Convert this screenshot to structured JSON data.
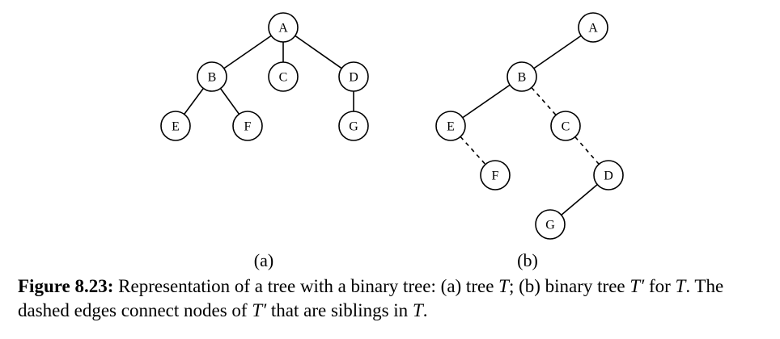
{
  "panels": [
    {
      "id": "a",
      "label": "(a)",
      "nodes": [
        {
          "id": "A",
          "label": "A"
        },
        {
          "id": "B",
          "label": "B"
        },
        {
          "id": "C",
          "label": "C"
        },
        {
          "id": "D",
          "label": "D"
        },
        {
          "id": "E",
          "label": "E"
        },
        {
          "id": "F",
          "label": "F"
        },
        {
          "id": "G",
          "label": "G"
        }
      ],
      "edges": [
        {
          "from": "A",
          "to": "B",
          "style": "solid"
        },
        {
          "from": "A",
          "to": "C",
          "style": "solid"
        },
        {
          "from": "A",
          "to": "D",
          "style": "solid"
        },
        {
          "from": "B",
          "to": "E",
          "style": "solid"
        },
        {
          "from": "B",
          "to": "F",
          "style": "solid"
        },
        {
          "from": "D",
          "to": "G",
          "style": "solid"
        }
      ]
    },
    {
      "id": "b",
      "label": "(b)",
      "nodes": [
        {
          "id": "A",
          "label": "A"
        },
        {
          "id": "B",
          "label": "B"
        },
        {
          "id": "C",
          "label": "C"
        },
        {
          "id": "D",
          "label": "D"
        },
        {
          "id": "E",
          "label": "E"
        },
        {
          "id": "F",
          "label": "F"
        },
        {
          "id": "G",
          "label": "G"
        }
      ],
      "edges": [
        {
          "from": "A",
          "to": "B",
          "style": "solid"
        },
        {
          "from": "B",
          "to": "E",
          "style": "solid"
        },
        {
          "from": "B",
          "to": "C",
          "style": "dashed"
        },
        {
          "from": "E",
          "to": "F",
          "style": "dashed"
        },
        {
          "from": "C",
          "to": "D",
          "style": "dashed"
        },
        {
          "from": "D",
          "to": "G",
          "style": "solid"
        }
      ]
    }
  ],
  "caption": {
    "figure_label": "Figure 8.23:",
    "t1": " Representation of a tree with a binary tree: (a) tree ",
    "m1": "T",
    "t2": "; (b) binary tree ",
    "m2": "T′",
    "t3": " for ",
    "m3": "T",
    "t4": ". The dashed edges connect nodes of ",
    "m4": "T′",
    "t5": " that are siblings in ",
    "m5": "T",
    "t6": "."
  }
}
